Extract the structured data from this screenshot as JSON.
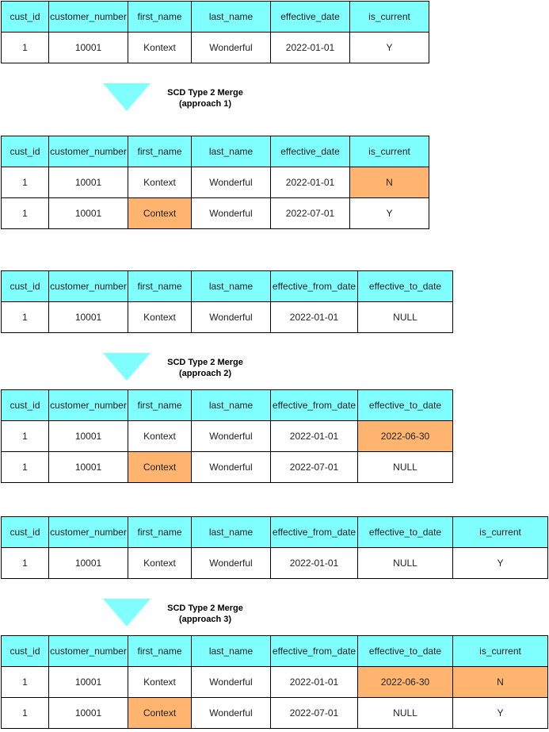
{
  "colors": {
    "header": "#80ffff",
    "highlight": "#ffb570"
  },
  "sections": [
    {
      "caption": [
        "SCD Type 2 Merge",
        "(approach 1)"
      ],
      "before": {
        "columns": [
          "cust_id",
          "customer_number",
          "first_name",
          "last_name",
          "effective_date",
          "is_current"
        ],
        "rows": [
          [
            "1",
            "10001",
            "Kontext",
            "Wonderful",
            "2022-01-01",
            "Y"
          ]
        ]
      },
      "after": {
        "columns": [
          "cust_id",
          "customer_number",
          "first_name",
          "last_name",
          "effective_date",
          "is_current"
        ],
        "rows": [
          [
            "1",
            "10001",
            "Kontext",
            "Wonderful",
            "2022-01-01",
            "N"
          ],
          [
            "1",
            "10001",
            "Context",
            "Wonderful",
            "2022-07-01",
            "Y"
          ]
        ],
        "highlighted": [
          [
            0,
            5
          ],
          [
            1,
            2
          ]
        ]
      }
    },
    {
      "caption": [
        "SCD Type 2 Merge",
        "(approach 2)"
      ],
      "before": {
        "columns": [
          "cust_id",
          "customer_number",
          "first_name",
          "last_name",
          "effective_from_date",
          "effective_to_date"
        ],
        "rows": [
          [
            "1",
            "10001",
            "Kontext",
            "Wonderful",
            "2022-01-01",
            "NULL"
          ]
        ]
      },
      "after": {
        "columns": [
          "cust_id",
          "customer_number",
          "first_name",
          "last_name",
          "effective_from_date",
          "effective_to_date"
        ],
        "rows": [
          [
            "1",
            "10001",
            "Kontext",
            "Wonderful",
            "2022-01-01",
            "2022-06-30"
          ],
          [
            "1",
            "10001",
            "Context",
            "Wonderful",
            "2022-07-01",
            "NULL"
          ]
        ],
        "highlighted": [
          [
            0,
            5
          ],
          [
            1,
            2
          ]
        ]
      }
    },
    {
      "caption": [
        "SCD Type 2 Merge",
        "(approach 3)"
      ],
      "before": {
        "columns": [
          "cust_id",
          "customer_number",
          "first_name",
          "last_name",
          "effective_from_date",
          "effective_to_date",
          "is_current"
        ],
        "rows": [
          [
            "1",
            "10001",
            "Kontext",
            "Wonderful",
            "2022-01-01",
            "NULL",
            "Y"
          ]
        ]
      },
      "after": {
        "columns": [
          "cust_id",
          "customer_number",
          "first_name",
          "last_name",
          "effective_from_date",
          "effective_to_date",
          "is_current"
        ],
        "rows": [
          [
            "1",
            "10001",
            "Kontext",
            "Wonderful",
            "2022-01-01",
            "2022-06-30",
            "N"
          ],
          [
            "1",
            "10001",
            "Context",
            "Wonderful",
            "2022-07-01",
            "NULL",
            "Y"
          ]
        ],
        "highlighted": [
          [
            0,
            5
          ],
          [
            0,
            6
          ],
          [
            1,
            2
          ]
        ]
      }
    }
  ]
}
